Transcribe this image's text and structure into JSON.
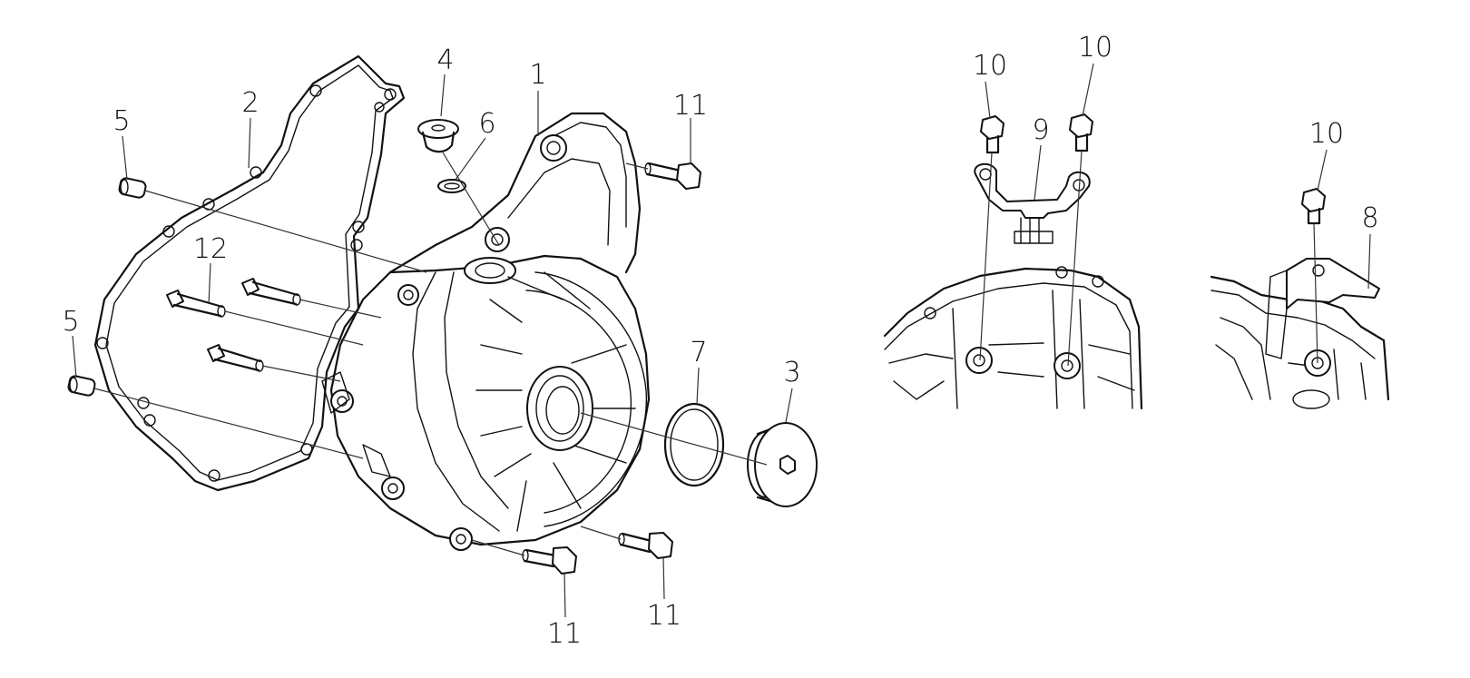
{
  "diagram": {
    "callouts": [
      {
        "id": "c1",
        "text": "1"
      },
      {
        "id": "c2",
        "text": "2"
      },
      {
        "id": "c3",
        "text": "3"
      },
      {
        "id": "c4",
        "text": "4"
      },
      {
        "id": "c5a",
        "text": "5"
      },
      {
        "id": "c5b",
        "text": "5"
      },
      {
        "id": "c6",
        "text": "6"
      },
      {
        "id": "c7",
        "text": "7"
      },
      {
        "id": "c8",
        "text": "8"
      },
      {
        "id": "c9",
        "text": "9"
      },
      {
        "id": "c10a",
        "text": "10"
      },
      {
        "id": "c10b",
        "text": "10"
      },
      {
        "id": "c10c",
        "text": "10"
      },
      {
        "id": "c11a",
        "text": "11"
      },
      {
        "id": "c11b",
        "text": "11"
      },
      {
        "id": "c11c",
        "text": "11"
      },
      {
        "id": "c12",
        "text": "12"
      }
    ]
  }
}
